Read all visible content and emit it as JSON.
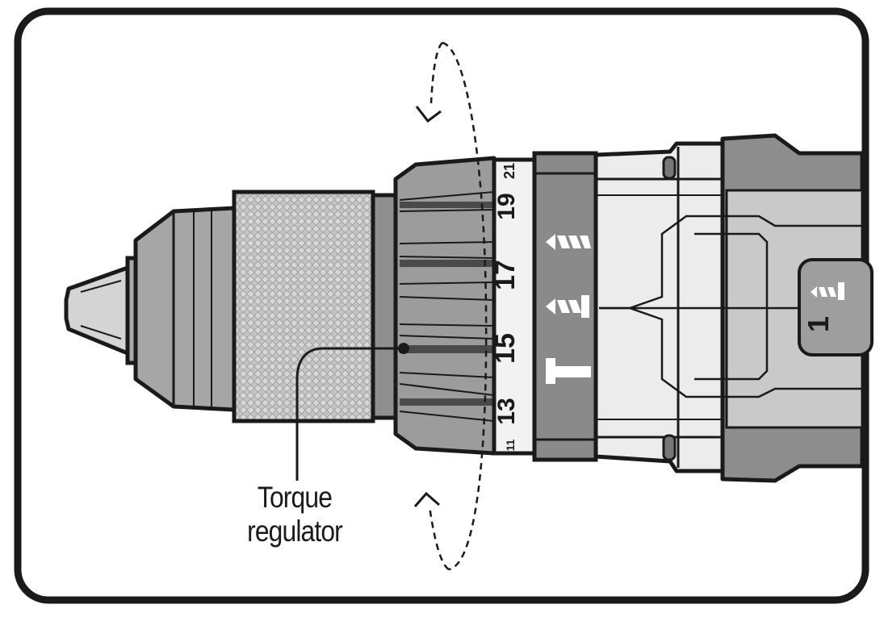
{
  "callout": {
    "line1": "Torque",
    "line2": "regulator"
  },
  "dial_scale": {
    "labels": [
      "21",
      "19",
      "17",
      "15",
      "13",
      "11"
    ]
  },
  "selector_label": "1",
  "icons": [
    "drill-bit-icon",
    "screw-icon",
    "hammer-icon",
    "screw-small-icon"
  ],
  "colors": {
    "outline": "#1a1a1a",
    "body_gray": "#8c8c8c",
    "light_gray": "#d9d9d9",
    "chuck_gray": "#b5b5b5",
    "band_gray": "#7a7a7a"
  }
}
